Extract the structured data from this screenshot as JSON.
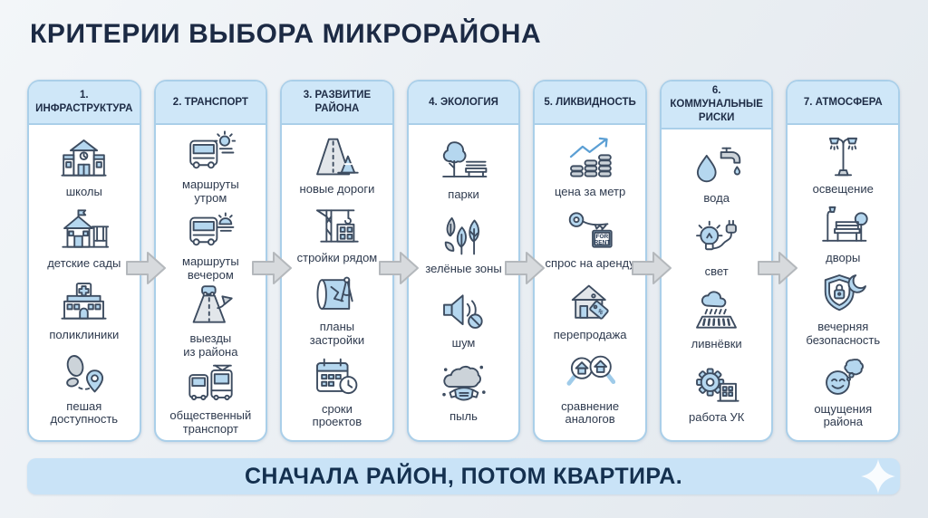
{
  "page": {
    "title": "КРИТЕРИИ ВЫБОРА МИКРОРАЙОНА"
  },
  "banner": {
    "text": "СНАЧАЛА РАЙОН, ПОТОМ КВАРТИРА.",
    "icon": "sparkle-icon"
  },
  "flow": {
    "arrow_icon": "arrow-right-icon",
    "direction": "left-to-right"
  },
  "icons": {
    "for_rent_line1": "FOR",
    "for_rent_line2": "RENT",
    "percent": "%"
  },
  "colors": {
    "title_navy": "#1c2a44",
    "card_border": "#aacfe9",
    "header_band": "#cfe7f8",
    "banner_bg": "#c9e3f7",
    "icon_blue": "#b5d7ef",
    "arrow_gray": "#d7dadd",
    "background": "#ecf0f4"
  },
  "columns": [
    {
      "header": "1. ИНФРАСТРУКТУРА",
      "items": [
        {
          "icon": "school-icon",
          "label": "школы"
        },
        {
          "icon": "kindergarten-icon",
          "label": "детские сады"
        },
        {
          "icon": "clinic-icon",
          "label": "поликлиники"
        },
        {
          "icon": "walking-icon",
          "label": "пешая\nдоступность"
        }
      ]
    },
    {
      "header": "2. ТРАНСПОРТ",
      "items": [
        {
          "icon": "bus-morning-icon",
          "label": "маршруты\nутром"
        },
        {
          "icon": "bus-evening-icon",
          "label": "маршруты\nвечером"
        },
        {
          "icon": "road-exit-icon",
          "label": "выезды\nиз района"
        },
        {
          "icon": "tram-icon",
          "label": "общественный\nтранспорт"
        }
      ]
    },
    {
      "header": "3. РАЗВИТИЕ\nРАЙОНА",
      "items": [
        {
          "icon": "new-road-icon",
          "label": "новые дороги"
        },
        {
          "icon": "crane-icon",
          "label": "стройки рядом"
        },
        {
          "icon": "blueprint-icon",
          "label": "планы\nзастройки"
        },
        {
          "icon": "calendar-clock-icon",
          "label": "сроки\nпроектов"
        }
      ]
    },
    {
      "header": "4. ЭКОЛОГИЯ",
      "items": [
        {
          "icon": "park-icon",
          "label": "парки"
        },
        {
          "icon": "leaves-icon",
          "label": "зелёные зоны"
        },
        {
          "icon": "noise-icon",
          "label": "шум"
        },
        {
          "icon": "dust-mask-icon",
          "label": "пыль"
        }
      ]
    },
    {
      "header": "5. ЛИКВИДНОСТЬ",
      "items": [
        {
          "icon": "coins-growth-icon",
          "label": "цена за метр"
        },
        {
          "icon": "rent-key-icon",
          "label": "спрос на аренду"
        },
        {
          "icon": "resale-house-icon",
          "label": "перепродажа"
        },
        {
          "icon": "compare-magnifiers-icon",
          "label": "сравнение\nаналогов"
        }
      ]
    },
    {
      "header": "6. КОММУНАЛЬНЫЕ\nРИСКИ",
      "items": [
        {
          "icon": "water-tap-icon",
          "label": "вода"
        },
        {
          "icon": "bulb-plug-icon",
          "label": "свет"
        },
        {
          "icon": "storm-drain-icon",
          "label": "ливнёвки"
        },
        {
          "icon": "gear-building-icon",
          "label": "работа УК"
        }
      ]
    },
    {
      "header": "7. АТМОСФЕРА",
      "items": [
        {
          "icon": "street-lamp-icon",
          "label": "освещение"
        },
        {
          "icon": "courtyard-bench-icon",
          "label": "дворы"
        },
        {
          "icon": "shield-moon-icon",
          "label": "вечерняя\nбезопасность"
        },
        {
          "icon": "smiley-thought-icon",
          "label": "ощущения\nрайона"
        }
      ]
    }
  ]
}
